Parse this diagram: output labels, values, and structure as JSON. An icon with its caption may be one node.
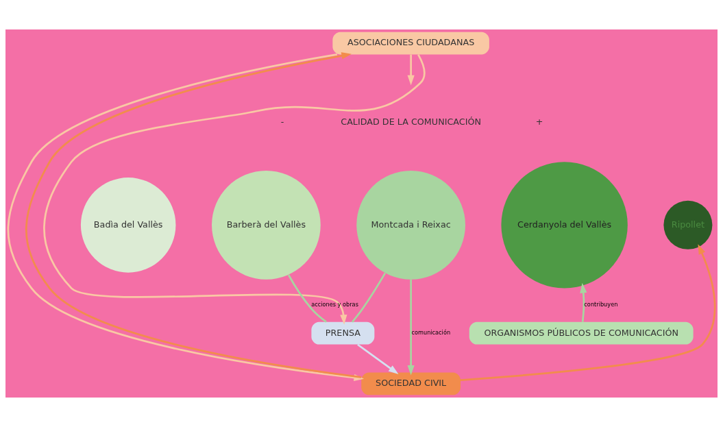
{
  "diagram": {
    "nodes": [
      {
        "text": [
          "ASOCIACIONES CIUDADANAS"
        ]
      },
      {
        "text": [
          "Badìa del Vallès"
        ]
      },
      {
        "text": [
          "Barberà del Vallès"
        ]
      },
      {
        "text": [
          "Montcada i Reixac"
        ]
      },
      {
        "text": [
          "Cerdanyola del Vallès"
        ]
      },
      {
        "text": [
          "Ripollet"
        ]
      },
      {
        "text": [
          "PRENSA"
        ]
      },
      {
        "text": [
          "ORGANISMOS PÚBLICOS DE COMUNICACIÓN"
        ]
      },
      {
        "text": [
          "SOCIEDAD CIVIL"
        ]
      }
    ],
    "edges": [
      {
        "from": 0,
        "to": null,
        "arrow": "to",
        "color": "#f9c8a4"
      },
      {
        "from": 0,
        "to": 6,
        "arrow": "to",
        "color": "#f9c8a4"
      },
      {
        "from": 0,
        "to": 8,
        "arrow": "to",
        "color": "#f9c8a4"
      },
      {
        "from": 2,
        "to": 6,
        "arrow": "none",
        "label": "acciones y obras",
        "color": "#a8d5a0"
      },
      {
        "from": 3,
        "to": 6,
        "arrow": "none",
        "color": "#a8d5a0"
      },
      {
        "from": 3,
        "to": 8,
        "arrow": "to",
        "label": "comunicación",
        "color": "#a8d5a0"
      },
      {
        "from": 6,
        "to": 8,
        "arrow": "to",
        "color": "#d5e0f0"
      },
      {
        "from": 7,
        "to": 4,
        "arrow": "to",
        "label": "contribuyen",
        "color": "#a8d5a0"
      },
      {
        "from": 8,
        "to": 5,
        "arrow": "to",
        "color": "#f28c4c"
      },
      {
        "from": 8,
        "to": 0,
        "arrow": "to",
        "color": "#f28c4c"
      }
    ],
    "labels": [
      "-",
      "CALIDAD DE LA COMUNICACIÓN",
      "+"
    ]
  }
}
